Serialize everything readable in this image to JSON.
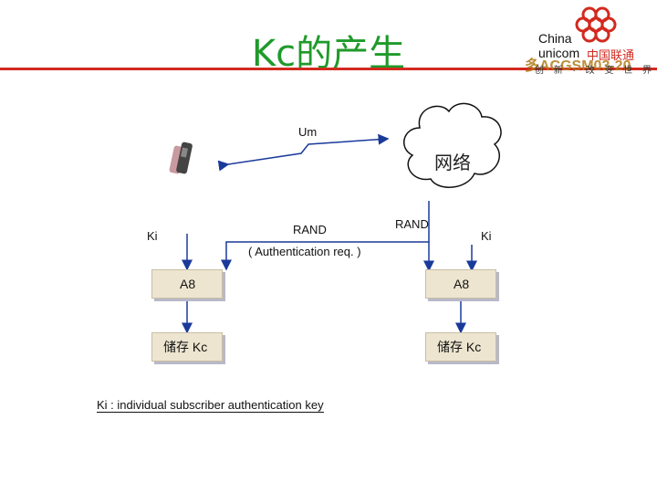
{
  "slide": {
    "title": "Kc的产生",
    "logo": {
      "en_line1": "China",
      "en_line2": "unicom",
      "cn_name": "中国联通",
      "slogan": "创 新 · 改 变 世 界",
      "watermark": "多ACGSM03-20"
    },
    "labels": {
      "um": "Um",
      "network": "网络",
      "rand_left": "RAND",
      "rand_right": "RAND",
      "ki_left": "Ki",
      "ki_right": "Ki",
      "auth_req": "( Authentication req. )",
      "a8_left": "A8",
      "a8_right": "A8",
      "kc_left": "储存 Kc",
      "kc_right": "储存 Kc"
    },
    "footnote": "Ki : individual subscriber authentication key",
    "colors": {
      "title": "#1f9a2a",
      "rule": "#d22a1f",
      "box_fill": "#ede5d0",
      "arrow": "#1a3a9a"
    },
    "icons": [
      "mobile-phone-icon",
      "cloud-icon",
      "china-unicom-knot-icon"
    ]
  }
}
